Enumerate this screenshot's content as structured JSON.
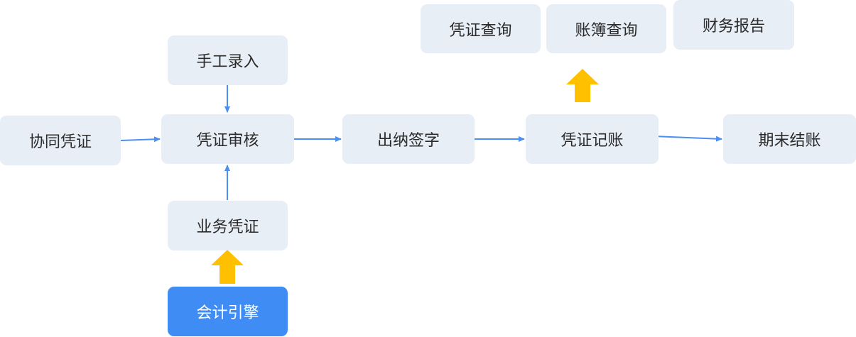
{
  "nodes": {
    "voucher_query": "凭证查询",
    "ledger_query": "账簿查询",
    "financial_report": "财务报告",
    "manual_entry": "手工录入",
    "collab_voucher": "协同凭证",
    "voucher_review": "凭证审核",
    "cashier_sign": "出纳签字",
    "voucher_posting": "凭证记账",
    "period_close": "期末结账",
    "business_voucher": "业务凭证",
    "accounting_engine": "会计引擎"
  },
  "colors": {
    "node_bg": "#e8eef6",
    "primary_bg": "#3f8cf5",
    "edge": "#4a90f0",
    "highlight_arrow": "#ffc000"
  }
}
